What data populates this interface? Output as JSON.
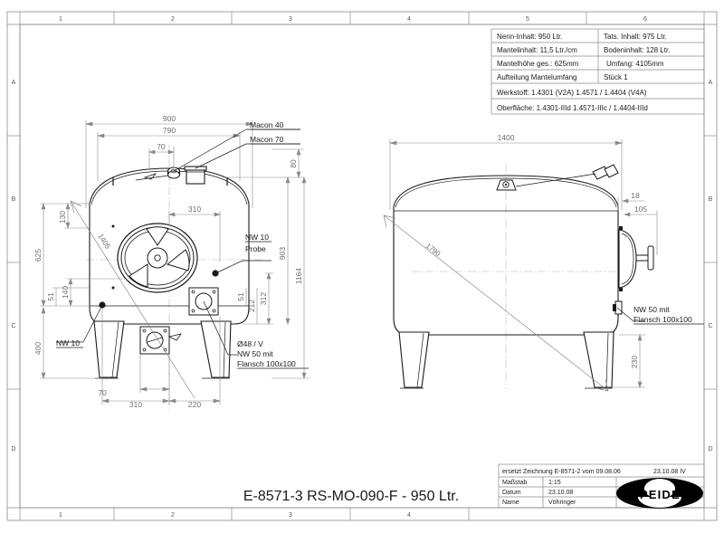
{
  "sheet": {
    "background": "#ffffff",
    "line_color": "#1a1a1a",
    "dim_color": "#6e6e6e",
    "frame_cols_top": [
      "1",
      "2",
      "3",
      "4",
      "5",
      "6"
    ],
    "frame_cols_bottom": [
      "1",
      "2",
      "3",
      "4"
    ],
    "frame_rows": [
      "A",
      "B",
      "C",
      "D"
    ]
  },
  "spec_table": {
    "rows": [
      {
        "left": "Nenn-Inhalt: 950 Ltr.",
        "right": "Tats. Inhalt: 975 Ltr."
      },
      {
        "left": "Mantelinhalt: 11,5 Ltr./cm",
        "right": "Bodeninhalt: 128 Ltr."
      },
      {
        "left": "Mantelhöhe ges.: 625mm",
        "right": "Umfang: 4105mm"
      },
      {
        "left": "Aufteilung Mantelumfang",
        "right": "Stück 1"
      }
    ],
    "wide_rows": [
      "Werkstoff: 1.4301 (V2A)   1.4571 / 1.4404 (V4A)",
      "Oberfläche: 1.4301-IIId   1.4571-IIIc / 1.4404-IIId"
    ]
  },
  "title_block": {
    "main_title": "E-8571-3  RS-MO-090-F - 950 Ltr.",
    "revision_note": "ersetzt Zeichnung E-8571-2 vom 09.08.06",
    "revision_date": "23.10.08 IV",
    "fields": [
      {
        "label": "Maßstab",
        "value": "1:15"
      },
      {
        "label": "Datum",
        "value": "23.10.08"
      },
      {
        "label": "Name",
        "value": "Vöhringer"
      }
    ],
    "logo_text": "SPEIDEL"
  },
  "front_view": {
    "callouts": [
      {
        "name": "macon-40",
        "text": "Macon 40"
      },
      {
        "name": "macon-70",
        "text": "Macon 70"
      },
      {
        "name": "nw10-probe-line1",
        "text": "NW 10"
      },
      {
        "name": "nw10-probe-line2",
        "text": "Probe"
      },
      {
        "name": "nw10-lower",
        "text": "NW 10"
      },
      {
        "name": "outlet-line1",
        "text": "Ø48 / V"
      },
      {
        "name": "outlet-line2",
        "text": "NW 50 mit"
      },
      {
        "name": "outlet-line3",
        "text": "Flansch 100x100"
      }
    ],
    "dimensions": {
      "width_outer": "900",
      "width_inner": "790",
      "offset_70": "70",
      "manhole_310": "310",
      "top_nozzle_80": "80",
      "shell_625": "625",
      "head_130": "130",
      "dim_51_upper": "51",
      "dim_140": "140",
      "legs_400": "400",
      "dim_51_right": "51",
      "dim_212": "212",
      "dim_312": "312",
      "dim_903": "903",
      "dim_1164": "1164",
      "diagonal_1405": "1405",
      "base_70": "70",
      "base_310": "310",
      "base_220": "220"
    }
  },
  "side_view": {
    "callouts": [
      {
        "name": "nw50-flange-line1",
        "text": "NW 50 mit"
      },
      {
        "name": "nw50-flange-line2",
        "text": "Flansch 100x100"
      }
    ],
    "dimensions": {
      "width_1400": "1400",
      "diagonal_1790": "1790",
      "dim_18": "18",
      "dim_105": "105",
      "dim_230": "230"
    }
  }
}
